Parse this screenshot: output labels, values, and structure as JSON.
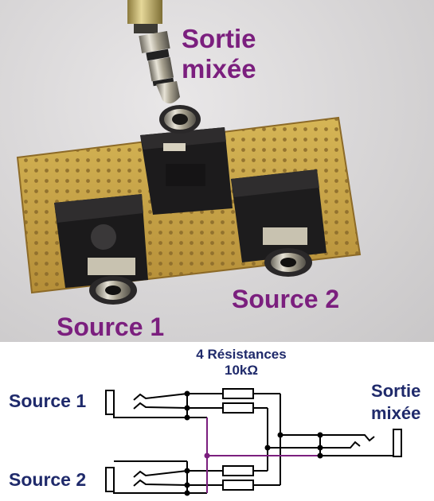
{
  "photo": {
    "output_label": "Sortie mixée",
    "source2_label": "Source 2",
    "source1_label": "Source 1"
  },
  "schematic": {
    "resistors_label_line1": "4 Résistances",
    "resistors_label_line2": "10kΩ",
    "source1_label": "Source 1",
    "source2_label": "Source 2",
    "output_label": "Sortie mixée",
    "colors": {
      "text": "#1f2a6b",
      "wire": "#000000",
      "ground_wire": "#7b1f7e"
    }
  },
  "colors": {
    "photo_label": "#7b1f7e",
    "pcb": "#c9a44a"
  }
}
